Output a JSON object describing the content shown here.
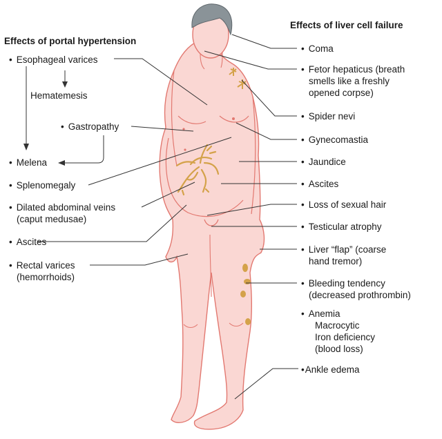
{
  "headers": {
    "portal": "Effects of portal hypertension",
    "liver": "Effects of liver cell failure"
  },
  "portal_effects": {
    "esophageal_varices": "Esophageal varices",
    "hematemesis": "Hematemesis",
    "gastropathy": "Gastropathy",
    "melena": "Melena",
    "splenomegaly": "Splenomegaly",
    "dilated_veins_line1": "Dilated abdominal veins",
    "dilated_veins_line2": "(caput medusae)",
    "ascites": "Ascites",
    "rectal_varices_line1": "Rectal varices",
    "rectal_varices_line2": "(hemorrhoids)"
  },
  "liver_effects": {
    "coma": "Coma",
    "fetor_line1": "Fetor hepaticus (breath",
    "fetor_line2": "smells like a freshly",
    "fetor_line3": "opened corpse)",
    "spider_nevi": "Spider nevi",
    "gynecomastia": "Gynecomastia",
    "jaundice": "Jaundice",
    "ascites": "Ascites",
    "sexual_hair": "Loss of sexual hair",
    "testicular": "Testicular atrophy",
    "flap_line1": "Liver “flap” (coarse",
    "flap_line2": "hand tremor)",
    "bleeding_line1": "Bleeding tendency",
    "bleeding_line2": "(decreased prothrombin)",
    "anemia": "Anemia",
    "anemia_sub1": "Macrocytic",
    "anemia_sub2": "Iron deficiency",
    "anemia_sub3": "(blood loss)",
    "ankle_edema": "Ankle edema"
  },
  "colors": {
    "skin": "#fad7d3",
    "outline": "#e27870",
    "hair": "#8a9398",
    "lesion": "#d4a24a",
    "leader": "#333333"
  }
}
